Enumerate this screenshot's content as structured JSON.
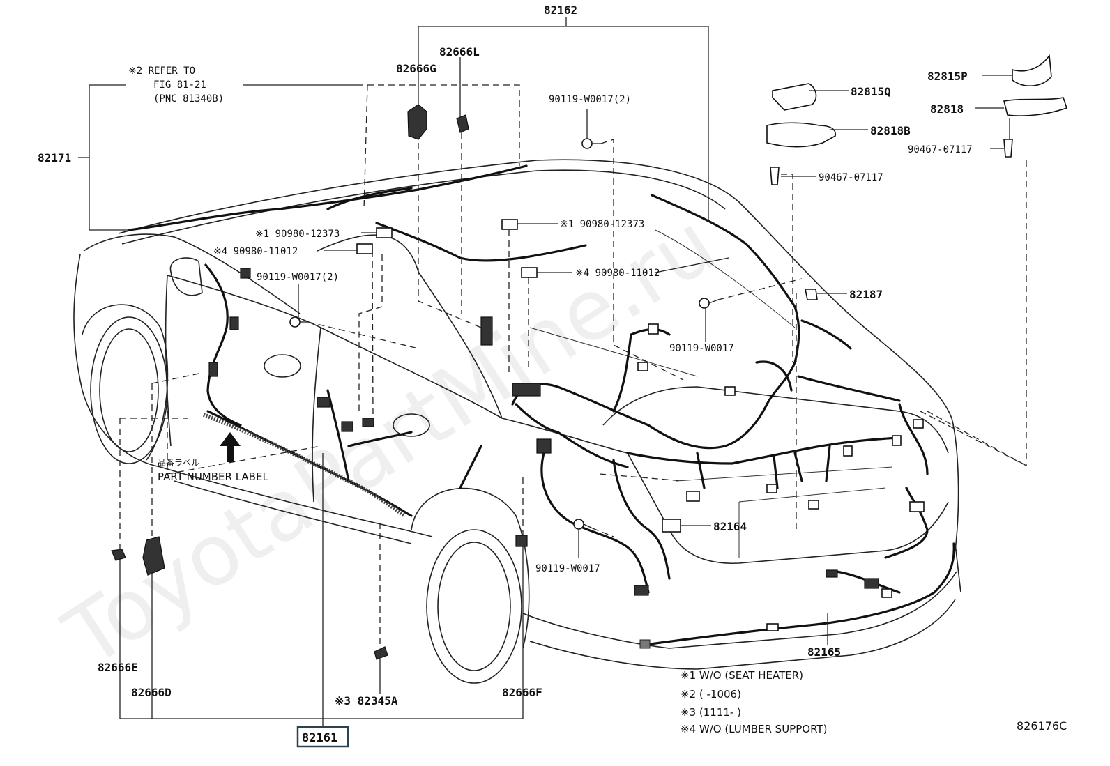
{
  "watermark": "ToyotaPartMine.ru",
  "figure_code": "826176C",
  "callout_82161": "82161",
  "labels": {
    "p82162": "82162",
    "p82666L": "82666L",
    "p82666G": "82666G",
    "p82171": "82171",
    "refer_line1": "※2 REFER TO",
    "refer_line2": "FIG 81-21",
    "refer_line3": "(PNC 81340B)",
    "bolt_top": "90119-W0017(2)",
    "bolt_left": "90119-W0017(2)",
    "bolt_right": "90119-W0017",
    "bolt_bottom": "90119-W0017",
    "c1_left": "※1 90980-12373",
    "c1_right": "※1 90980-12373",
    "c4_left": "※4 90980-11012",
    "c4_right": "※4 90980-11012",
    "p82815P": "82815P",
    "p82815Q": "82815Q",
    "p82818": "82818",
    "p82818B": "82818B",
    "clip_left": "90467-07117",
    "clip_right": "90467-07117",
    "p82187": "82187",
    "p82164": "82164",
    "p82165": "82165",
    "p82666E": "82666E",
    "p82666D": "82666D",
    "p82345A": "※3 82345A",
    "p82666F": "82666F",
    "label_jp": "品番ラベル",
    "label_en": "PART NUMBER LABEL"
  },
  "notes": [
    "※1 W/O (SEAT HEATER)",
    "※2 (        -1006)",
    "※3 (1111-        )",
    "※4 W/O (LUMBER SUPPORT)"
  ]
}
